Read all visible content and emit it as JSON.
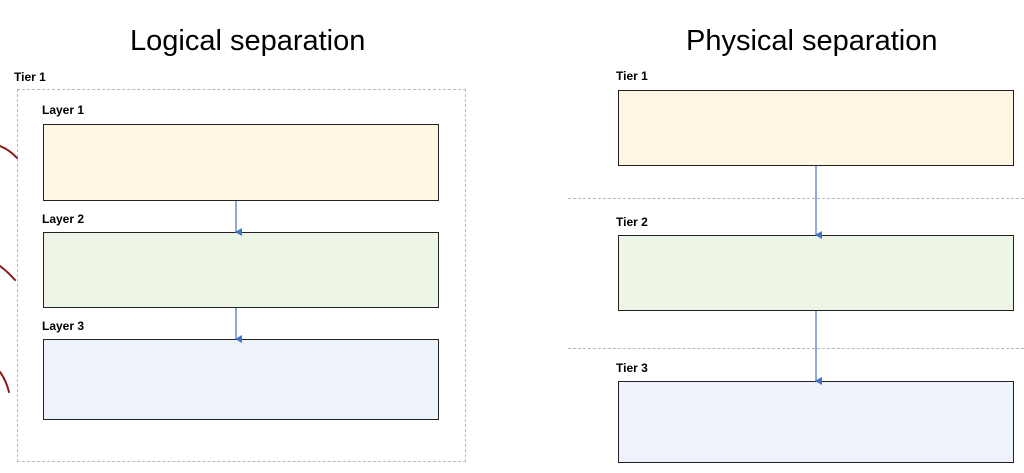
{
  "logical": {
    "title": "Logical separation",
    "tier_label": "Tier 1",
    "layers": [
      {
        "label": "Layer 1",
        "fill": "#fff6e3"
      },
      {
        "label": "Layer 2",
        "fill": "#edf5e6"
      },
      {
        "label": "Layer 3",
        "fill": "#eef3fb"
      }
    ]
  },
  "physical": {
    "title": "Physical separation",
    "tiers": [
      {
        "label": "Tier 1",
        "fill": "#fff6e3"
      },
      {
        "label": "Tier 2",
        "fill": "#edf5e6"
      },
      {
        "label": "Tier 3",
        "fill": "#eef3fb"
      }
    ]
  },
  "colors": {
    "arrow": "#4472c4",
    "frame_dash": "#b8b8b8",
    "annotation_marks": "#8b1a1a",
    "box_border": "#222222"
  }
}
